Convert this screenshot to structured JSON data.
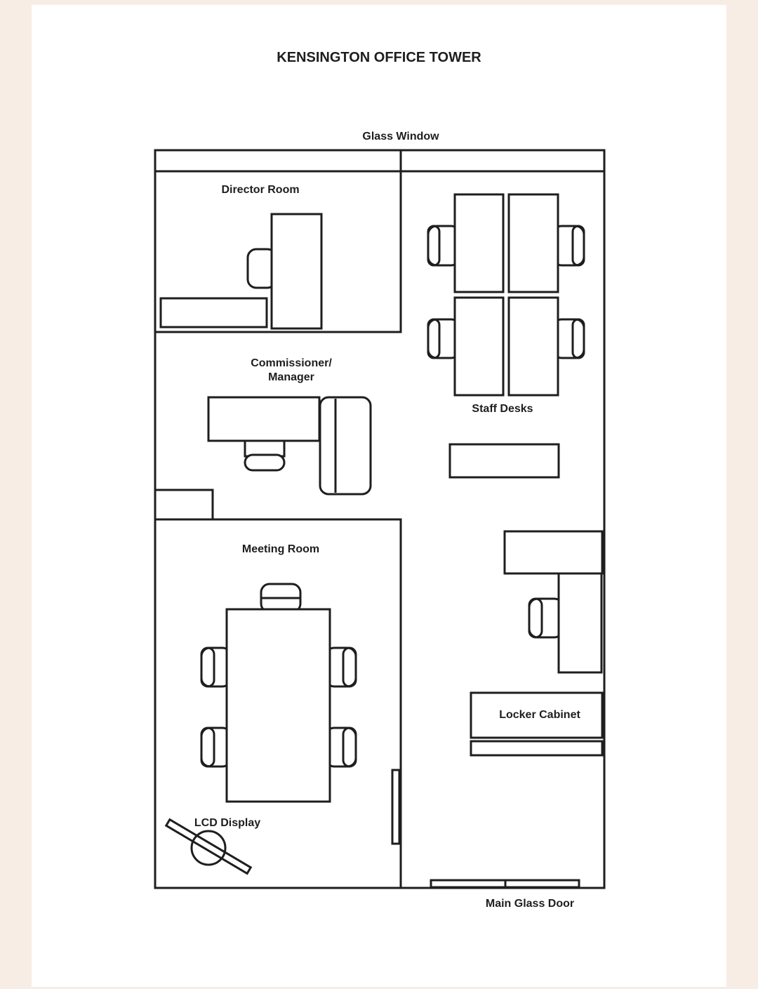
{
  "title": "KENSINGTON OFFICE TOWER",
  "labels": {
    "glass_window": "Glass Window",
    "director_room": "Director Room",
    "commissioner_line1": "Commissioner/",
    "commissioner_line2": "Manager",
    "staff_desks": "Staff Desks",
    "meeting_room": "Meeting Room",
    "lcd_display": "LCD Display",
    "locker_cabinet": "Locker Cabinet",
    "main_glass_door": "Main Glass Door"
  },
  "colors": {
    "background": "#f7ede5",
    "paper": "#ffffff",
    "line": "#1e1e1e"
  }
}
